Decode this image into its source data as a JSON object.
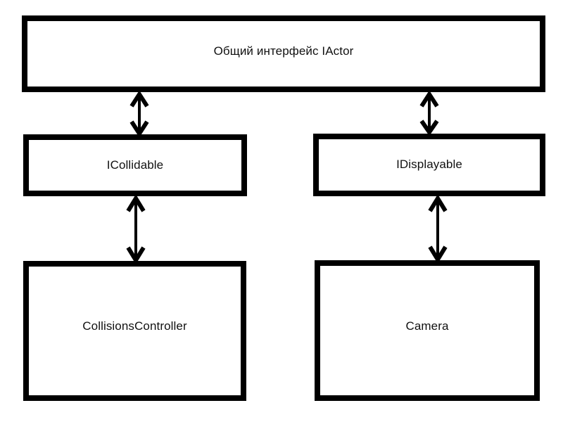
{
  "diagram": {
    "title": "Общий интерфейс IActor",
    "background_color": "#ffffff",
    "stroke_color": "#000000",
    "text_color": "#111111",
    "nodes": [
      {
        "id": "iactor",
        "label": "Общий интерфейс IActor",
        "shape": "rectangle",
        "role": "interface"
      },
      {
        "id": "icollidable",
        "label": "ICollidable",
        "shape": "rectangle",
        "role": "interface"
      },
      {
        "id": "idisplayable",
        "label": "IDisplayable",
        "shape": "rectangle",
        "role": "interface"
      },
      {
        "id": "collisionscontroller",
        "label": "CollisionsController",
        "shape": "rectangle",
        "role": "class"
      },
      {
        "id": "camera",
        "label": "Camera",
        "shape": "rectangle",
        "role": "class"
      }
    ],
    "connectors": [
      {
        "id": "iactor-icollidable",
        "from": "iactor",
        "to": "icollidable",
        "style": "double-headed-arrow",
        "orientation": "vertical"
      },
      {
        "id": "iactor-idisplayable",
        "from": "iactor",
        "to": "idisplayable",
        "style": "double-headed-arrow",
        "orientation": "vertical"
      },
      {
        "id": "icollidable-collisionscontroller",
        "from": "icollidable",
        "to": "collisionscontroller",
        "style": "double-headed-arrow",
        "orientation": "vertical"
      },
      {
        "id": "idisplayable-camera",
        "from": "idisplayable",
        "to": "camera",
        "style": "double-headed-arrow",
        "orientation": "vertical"
      }
    ]
  }
}
